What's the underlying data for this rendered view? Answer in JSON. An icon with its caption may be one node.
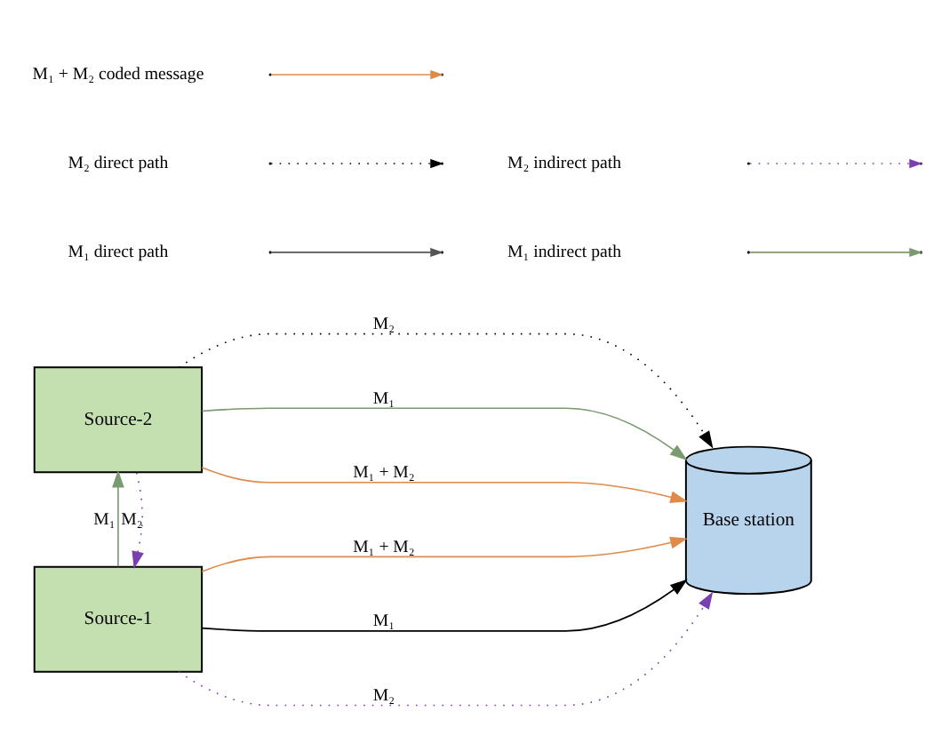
{
  "diagram": {
    "nodes": [
      {
        "text": [
          "Source-1"
        ]
      },
      {
        "text": [
          "Source-2"
        ]
      },
      {
        "text": [
          "Base station"
        ]
      }
    ],
    "edges": [
      {
        "from": 0,
        "to": 2,
        "arrow": "to",
        "label": "M₁ + M₂",
        "color": "#e08a4a"
      },
      {
        "from": 0,
        "to": 2,
        "arrow": "to",
        "label": "M₁",
        "color": "#000000"
      },
      {
        "from": 0,
        "to": 2,
        "arrow": "to",
        "label": "M₂",
        "style": "dashed",
        "color": "#7a3fb0"
      },
      {
        "from": 0,
        "to": 1,
        "arrow": "to",
        "label": "M₁",
        "color": "#7a9a70"
      },
      {
        "from": 1,
        "to": 0,
        "arrow": "to",
        "label": "M₂",
        "style": "dashed",
        "color": "#7a3fb0"
      },
      {
        "from": 1,
        "to": 2,
        "arrow": "to",
        "label": "M₂",
        "style": "dashed",
        "color": "#000000"
      },
      {
        "from": 1,
        "to": 2,
        "arrow": "to",
        "label": "M₁",
        "color": "#7a9a70"
      },
      {
        "from": 1,
        "to": 2,
        "arrow": "to",
        "label": "M₁ + M₂",
        "color": "#e08a4a"
      }
    ],
    "legend": [
      {
        "text": "M₁ direct path"
      },
      {
        "text": "M₁ indirect path"
      },
      {
        "text": "M₂ direct path"
      },
      {
        "text": "M₂ indirect path"
      },
      {
        "text": "M₁ + M₂ coded message"
      }
    ]
  }
}
